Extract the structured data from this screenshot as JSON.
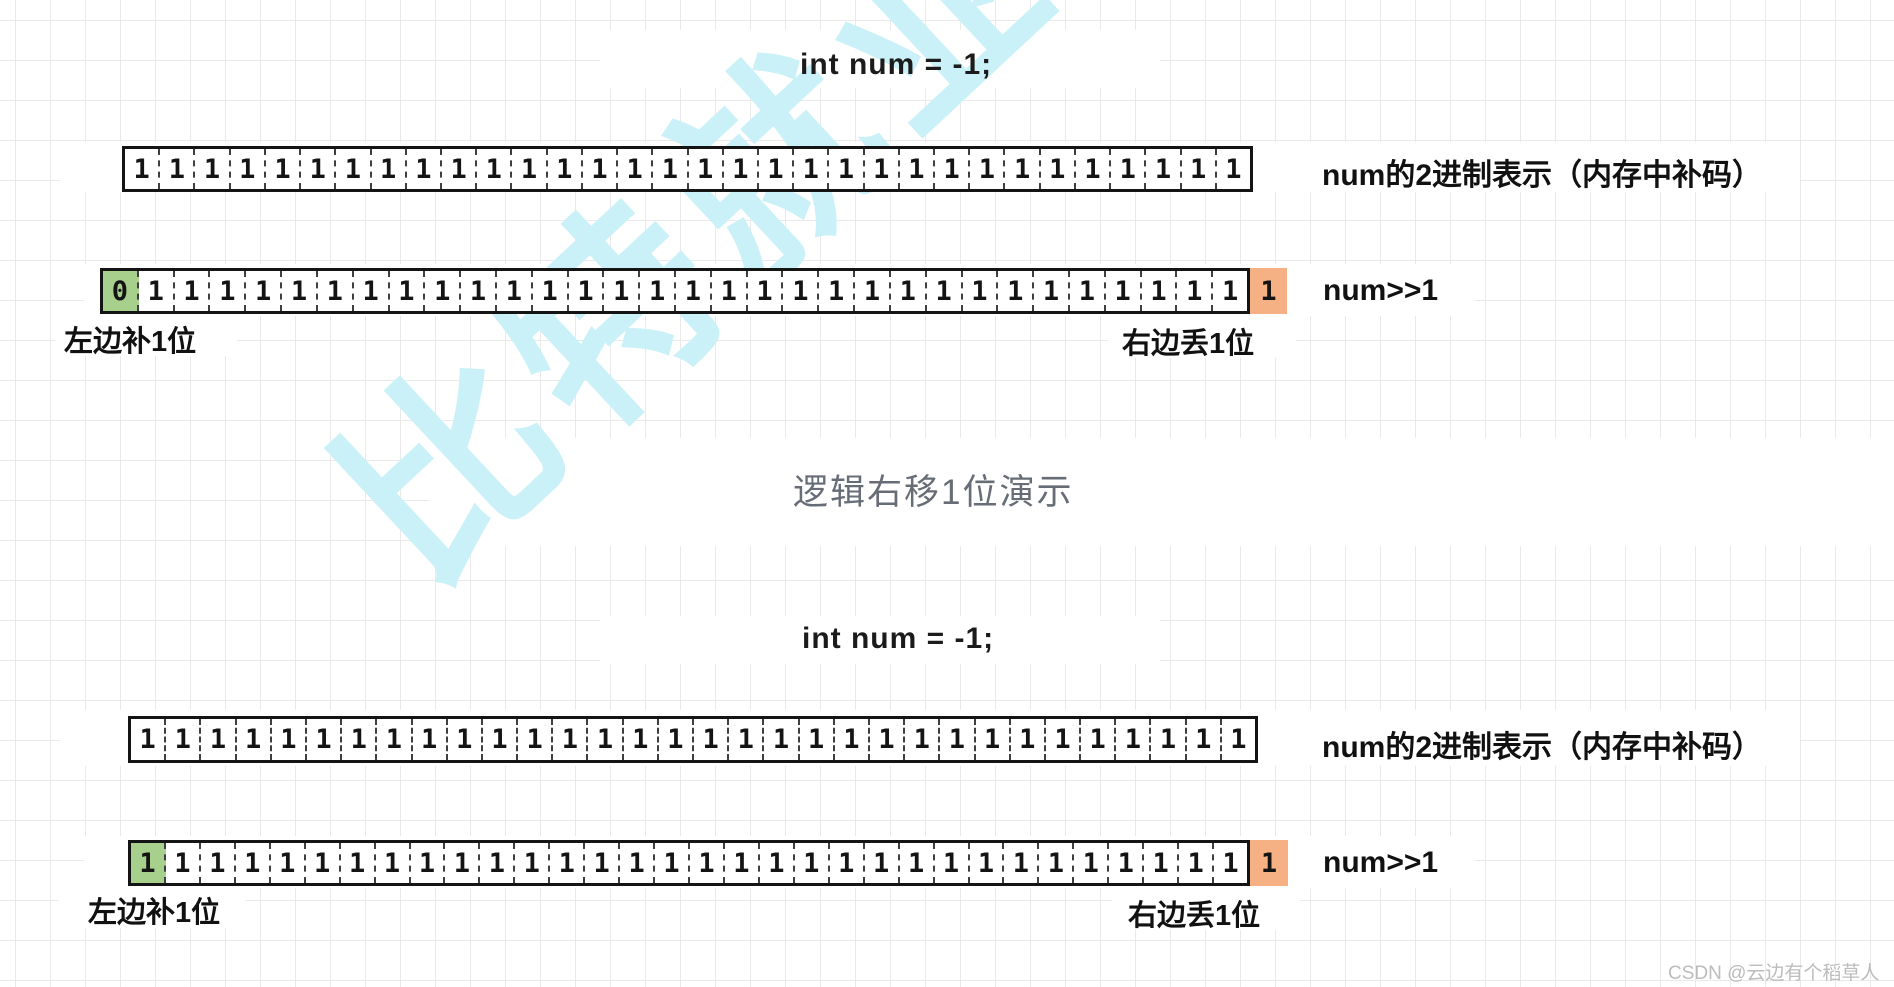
{
  "colors": {
    "green_fill": "#a8d08d",
    "orange_fill": "#f5b183",
    "caption_color": "#676d76",
    "watermark_color": "#cbf1f8",
    "csdn_color": "#bcbcbc",
    "grid_line": "#e9e9e9"
  },
  "watermarks": {
    "brand": "比特就业",
    "csdn": "CSDN @云边有个稻草人"
  },
  "caption": "逻辑右移1位演示",
  "logical_shift": {
    "code_title": "int num = -1;",
    "binary_row": {
      "bits": [
        "1",
        "1",
        "1",
        "1",
        "1",
        "1",
        "1",
        "1",
        "1",
        "1",
        "1",
        "1",
        "1",
        "1",
        "1",
        "1",
        "1",
        "1",
        "1",
        "1",
        "1",
        "1",
        "1",
        "1",
        "1",
        "1",
        "1",
        "1",
        "1",
        "1",
        "1",
        "1"
      ],
      "label": "num的2进制表示（内存中补码）"
    },
    "shift_row": {
      "new_bit": "0",
      "bits": [
        "1",
        "1",
        "1",
        "1",
        "1",
        "1",
        "1",
        "1",
        "1",
        "1",
        "1",
        "1",
        "1",
        "1",
        "1",
        "1",
        "1",
        "1",
        "1",
        "1",
        "1",
        "1",
        "1",
        "1",
        "1",
        "1",
        "1",
        "1",
        "1",
        "1",
        "1"
      ],
      "dropped_bit": "1",
      "label": "num>>1"
    },
    "left_note": "左边补1位",
    "right_note": "右边丢1位"
  },
  "arithmetic_shift": {
    "code_title": "int num = -1;",
    "binary_row": {
      "bits": [
        "1",
        "1",
        "1",
        "1",
        "1",
        "1",
        "1",
        "1",
        "1",
        "1",
        "1",
        "1",
        "1",
        "1",
        "1",
        "1",
        "1",
        "1",
        "1",
        "1",
        "1",
        "1",
        "1",
        "1",
        "1",
        "1",
        "1",
        "1",
        "1",
        "1",
        "1",
        "1"
      ],
      "label": "num的2进制表示（内存中补码）"
    },
    "shift_row": {
      "new_bit": "1",
      "bits": [
        "1",
        "1",
        "1",
        "1",
        "1",
        "1",
        "1",
        "1",
        "1",
        "1",
        "1",
        "1",
        "1",
        "1",
        "1",
        "1",
        "1",
        "1",
        "1",
        "1",
        "1",
        "1",
        "1",
        "1",
        "1",
        "1",
        "1",
        "1",
        "1",
        "1",
        "1"
      ],
      "dropped_bit": "1",
      "label": "num>>1"
    },
    "left_note": "左边补1位",
    "right_note": "右边丢1位"
  }
}
